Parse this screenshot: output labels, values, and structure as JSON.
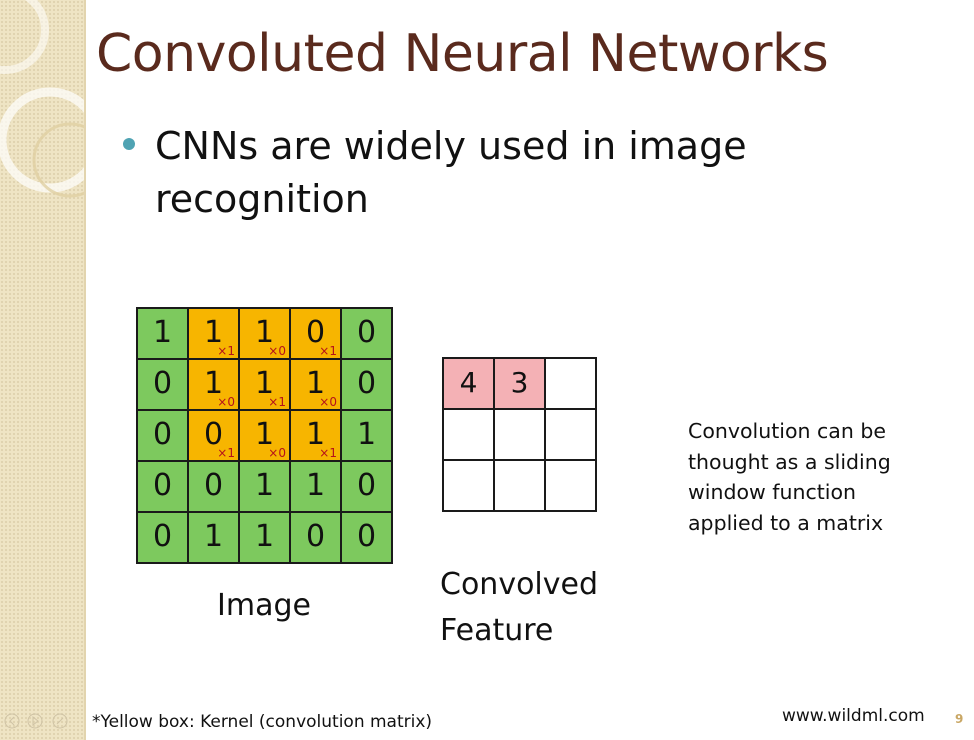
{
  "slide": {
    "title": "Convoluted Neural Networks",
    "bullet": "CNNs are widely used in image recognition",
    "page_number": "9"
  },
  "image_grid": {
    "label": "Image",
    "rows": [
      [
        {
          "v": "1"
        },
        {
          "v": "1",
          "w": "×1",
          "k": true
        },
        {
          "v": "1",
          "w": "×0",
          "k": true
        },
        {
          "v": "0",
          "w": "×1",
          "k": true
        },
        {
          "v": "0"
        }
      ],
      [
        {
          "v": "0"
        },
        {
          "v": "1",
          "w": "×0",
          "k": true
        },
        {
          "v": "1",
          "w": "×1",
          "k": true
        },
        {
          "v": "1",
          "w": "×0",
          "k": true
        },
        {
          "v": "0"
        }
      ],
      [
        {
          "v": "0"
        },
        {
          "v": "0",
          "w": "×1",
          "k": true
        },
        {
          "v": "1",
          "w": "×0",
          "k": true
        },
        {
          "v": "1",
          "w": "×1",
          "k": true
        },
        {
          "v": "1"
        }
      ],
      [
        {
          "v": "0"
        },
        {
          "v": "0"
        },
        {
          "v": "1"
        },
        {
          "v": "1"
        },
        {
          "v": "0"
        }
      ],
      [
        {
          "v": "0"
        },
        {
          "v": "1"
        },
        {
          "v": "1"
        },
        {
          "v": "0"
        },
        {
          "v": "0"
        }
      ]
    ]
  },
  "feature_grid": {
    "label_lines": [
      "Convolved",
      "Feature"
    ],
    "rows": [
      [
        {
          "v": "4",
          "filled": true
        },
        {
          "v": "3",
          "filled": true
        },
        {
          "v": ""
        }
      ],
      [
        {
          "v": ""
        },
        {
          "v": ""
        },
        {
          "v": ""
        }
      ],
      [
        {
          "v": ""
        },
        {
          "v": ""
        },
        {
          "v": ""
        }
      ]
    ]
  },
  "side_note_lines": [
    "Convolution can be",
    "thought as a sliding",
    "window function",
    "applied to a matrix"
  ],
  "footnote": "*Yellow box: Kernel (convolution matrix)",
  "source": "www.wildml.com",
  "colors": {
    "title": "#5a2a1d",
    "bullet": "#4fa3b3",
    "image_cell": "#7dc95e",
    "kernel_cell": "#f7b500",
    "kernel_weight": "#b5121b",
    "feature_filled": "#f4b1b5"
  }
}
